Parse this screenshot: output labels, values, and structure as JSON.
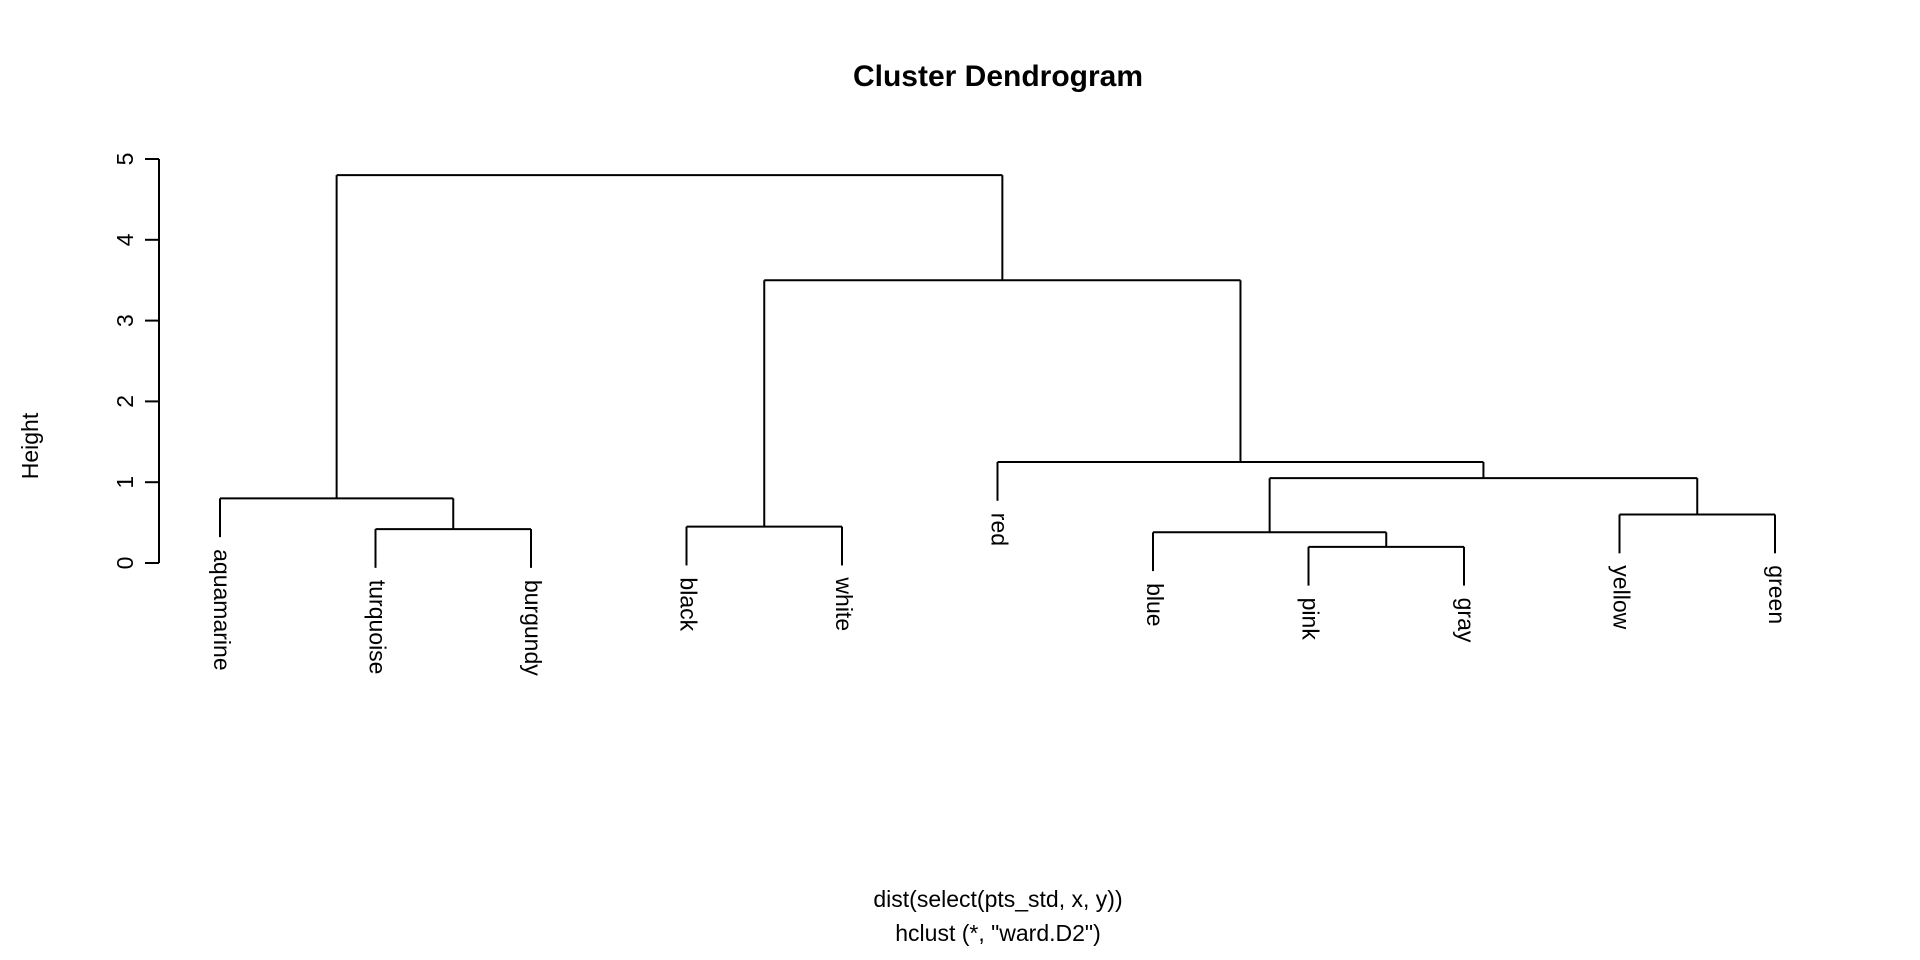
{
  "title": "Cluster Dendrogram",
  "footer": {
    "line1": "dist(select(pts_std, x, y))",
    "line2": "hclust (*, \"ward.D2\")"
  },
  "colors": {
    "line": "#000000",
    "text": "#000000",
    "background": "#ffffff"
  },
  "chart_data": {
    "type": "dendrogram",
    "title": "Cluster Dendrogram",
    "ylabel": "Height",
    "xlabel": "dist(select(pts_std, x, y))",
    "subtitle": "hclust (*, \"ward.D2\")",
    "ylim": [
      0,
      5
    ],
    "yticks": [
      0,
      1,
      2,
      3,
      4,
      5
    ],
    "hang": 0.1,
    "leaves": [
      "aquamarine",
      "turquoise",
      "burgundy",
      "black",
      "white",
      "red",
      "blue",
      "pink",
      "gray",
      "yellow",
      "green"
    ],
    "merges": [
      {
        "id": "n1",
        "a": "turquoise",
        "b": "burgundy",
        "h": 0.42
      },
      {
        "id": "n2",
        "a": "aquamarine",
        "b": "n1",
        "h": 0.8
      },
      {
        "id": "n3",
        "a": "black",
        "b": "white",
        "h": 0.45
      },
      {
        "id": "n4",
        "a": "pink",
        "b": "gray",
        "h": 0.2
      },
      {
        "id": "n5",
        "a": "blue",
        "b": "n4",
        "h": 0.38
      },
      {
        "id": "n6",
        "a": "yellow",
        "b": "green",
        "h": 0.6
      },
      {
        "id": "n7",
        "a": "n5",
        "b": "n6",
        "h": 1.05
      },
      {
        "id": "n8",
        "a": "red",
        "b": "n7",
        "h": 1.25
      },
      {
        "id": "n9",
        "a": "n3",
        "b": "n8",
        "h": 3.5
      },
      {
        "id": "n10",
        "a": "n2",
        "b": "n9",
        "h": 4.8
      }
    ]
  }
}
